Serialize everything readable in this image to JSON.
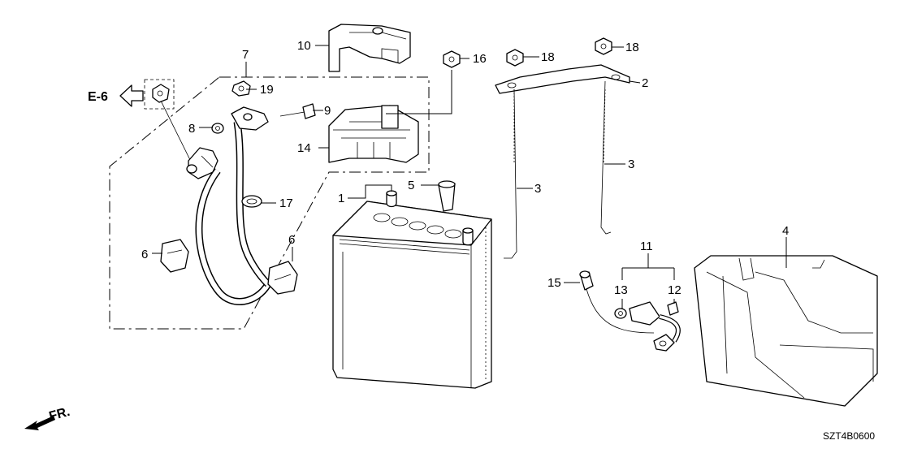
{
  "callouts": {
    "c1": "1",
    "c2": "2",
    "c3a": "3",
    "c3b": "3",
    "c4": "4",
    "c5": "5",
    "c6a": "6",
    "c6b": "6",
    "c7": "7",
    "c8": "8",
    "c9": "9",
    "c10": "10",
    "c11": "11",
    "c12": "12",
    "c13": "13",
    "c14": "14",
    "c15": "15",
    "c16": "16",
    "c17": "17",
    "c18a": "18",
    "c18b": "18",
    "c19": "19"
  },
  "ref_label": "E-6",
  "front_label": "FR.",
  "diagram_code": "SZT4B0600"
}
